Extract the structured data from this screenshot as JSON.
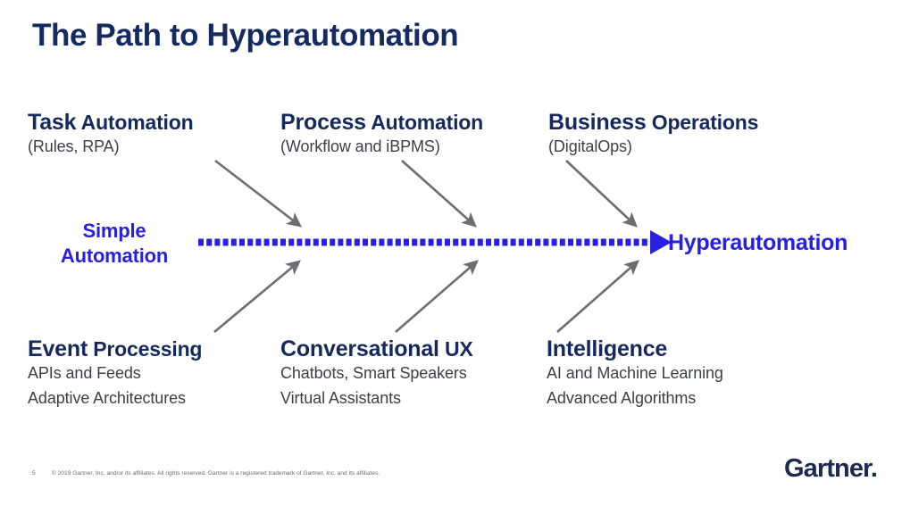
{
  "slide": {
    "title": "The Path to Hyperautomation",
    "background_color": "#ffffff",
    "navy": "#16295c",
    "blue_accent": "#2820e0",
    "arrow_gray": "#6e6e72",
    "body_gray": "#3b3f47"
  },
  "axis": {
    "left_label_line1": "Simple",
    "left_label_line2": "Automation",
    "right_label": "Hyperautomation",
    "style": "dotted-square",
    "direction": "left-to-right"
  },
  "nodes": {
    "top": [
      {
        "title_lead": "Task",
        "title_rest": " Automation",
        "subtitle_lines": [
          "(Rules, RPA)"
        ]
      },
      {
        "title_lead": "Process",
        "title_rest": " Automation",
        "subtitle_lines": [
          "(Workflow and iBPMS)"
        ]
      },
      {
        "title_lead": "Business",
        "title_rest": " Operations",
        "subtitle_lines": [
          "(DigitalOps)"
        ]
      }
    ],
    "bottom": [
      {
        "title_lead": "Event",
        "title_rest": " Processing",
        "subtitle_lines": [
          "APIs and Feeds",
          "Adaptive Architectures"
        ]
      },
      {
        "title_lead": "Conversational",
        "title_rest": " UX",
        "subtitle_lines": [
          "Chatbots, Smart Speakers",
          "Virtual Assistants"
        ]
      },
      {
        "title_lead": "Intelligence",
        "title_rest": "",
        "subtitle_lines": [
          "AI and Machine Learning",
          "Advanced Algorithms"
        ]
      }
    ]
  },
  "footer": {
    "page_number": "5",
    "legal": "© 2019 Gartner, Inc. and/or its affiliates. All rights reserved. Gartner is a registered trademark of Gartner, Inc. and its affiliates.",
    "brand": "Gartner."
  }
}
